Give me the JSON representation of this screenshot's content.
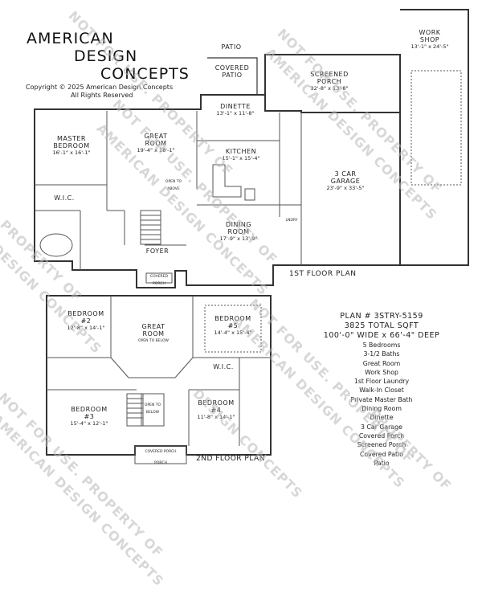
{
  "brand": {
    "line1": "AMERICAN",
    "line2": "DESIGN",
    "line3": "CONCEPTS",
    "copyright": "Copyright © 2025 American Design Concepts",
    "rights": "All Rights Reserved"
  },
  "first_floor": {
    "label": "1ST FLOOR PLAN",
    "rooms": {
      "patio": {
        "name": "PATIO"
      },
      "covered_patio": {
        "name": "COVERED",
        "name2": "PATIO"
      },
      "screened_porch": {
        "name": "SCREENED",
        "name2": "PORCH",
        "dims": "32'-8\" x 13'-8\""
      },
      "work_shop": {
        "name": "WORK",
        "name2": "SHOP",
        "dims": "13'-1\" x 24'-5\""
      },
      "dinette": {
        "name": "DINETTE",
        "dims": "13'-1\" x 11'-8\""
      },
      "master_bedroom": {
        "name": "MASTER",
        "name2": "BEDROOM",
        "dims": "16'-1\" x 16'-1\""
      },
      "great_room": {
        "name": "GREAT",
        "name2": "ROOM",
        "dims": "19'-4\" x 18'-1\""
      },
      "kitchen": {
        "name": "KITCHEN",
        "dims": "15'-1\" x 15'-4\""
      },
      "garage": {
        "name": "3 CAR",
        "name2": "GARAGE",
        "dims": "23'-9\" x 33'-5\""
      },
      "wic": {
        "name": "W.I.C."
      },
      "dining_room": {
        "name": "DINING",
        "name2": "ROOM",
        "dims": "17'-9\" x 13'-9\""
      },
      "foyer": {
        "name": "FOYER"
      },
      "covered_porch": {
        "name": "COVERED",
        "name2": "PORCH"
      },
      "laundry": {
        "name": "LNDRY"
      },
      "open_to_above": {
        "text": "OPEN TO ABOVE"
      }
    }
  },
  "second_floor": {
    "label": "2ND FLOOR PLAN",
    "rooms": {
      "bedroom2": {
        "name": "BEDROOM",
        "num": "#2",
        "dims": "12'-8\" x 14'-1\""
      },
      "great_room_open": {
        "name": "GREAT",
        "name2": "ROOM",
        "note": "OPEN TO BELOW"
      },
      "bedroom5": {
        "name": "BEDROOM",
        "num": "#5",
        "dims": "14'-4\" x 15'-4\""
      },
      "wic": {
        "name": "W.I.C."
      },
      "bedroom3": {
        "name": "BEDROOM",
        "num": "#3",
        "dims": "15'-4\" x 12'-1\""
      },
      "bedroom4": {
        "name": "BEDROOM",
        "num": "#4",
        "dims": "11'-8\" x 14'-1\""
      },
      "open_to_below": {
        "text": "OPEN TO BELOW"
      },
      "covered_porch": {
        "name": "COVERED PORCH"
      },
      "porch": {
        "name": "PORCH"
      }
    }
  },
  "specs": {
    "plan": "PLAN # 3STRY-5159",
    "sqft": "3825 TOTAL SQFT",
    "size": "100'-0\" WIDE x 66'-4\" DEEP",
    "features": [
      "5 Bedrooms",
      "3-1/2 Baths",
      "Great Room",
      "Work Shop",
      "1st Floor Laundry",
      "Walk-In Closet",
      "Private Master Bath",
      "Dining Room",
      "Dinette",
      "3 Car Garage",
      "Covered Porch",
      "Screened Porch",
      "Covered Patio",
      "Patio"
    ]
  },
  "watermark": {
    "line1": "NOT FOR USE. PROPERTY OF",
    "line2": "AMERICAN DESIGN CONCEPTS",
    "short1": "PROPERTY OF",
    "short2": "AMERICAN DESIGN CONCEPTS",
    "short3": "NOT FOR USE. PROPERTY OF",
    "short4": "DESIGN CONCEPTS"
  }
}
